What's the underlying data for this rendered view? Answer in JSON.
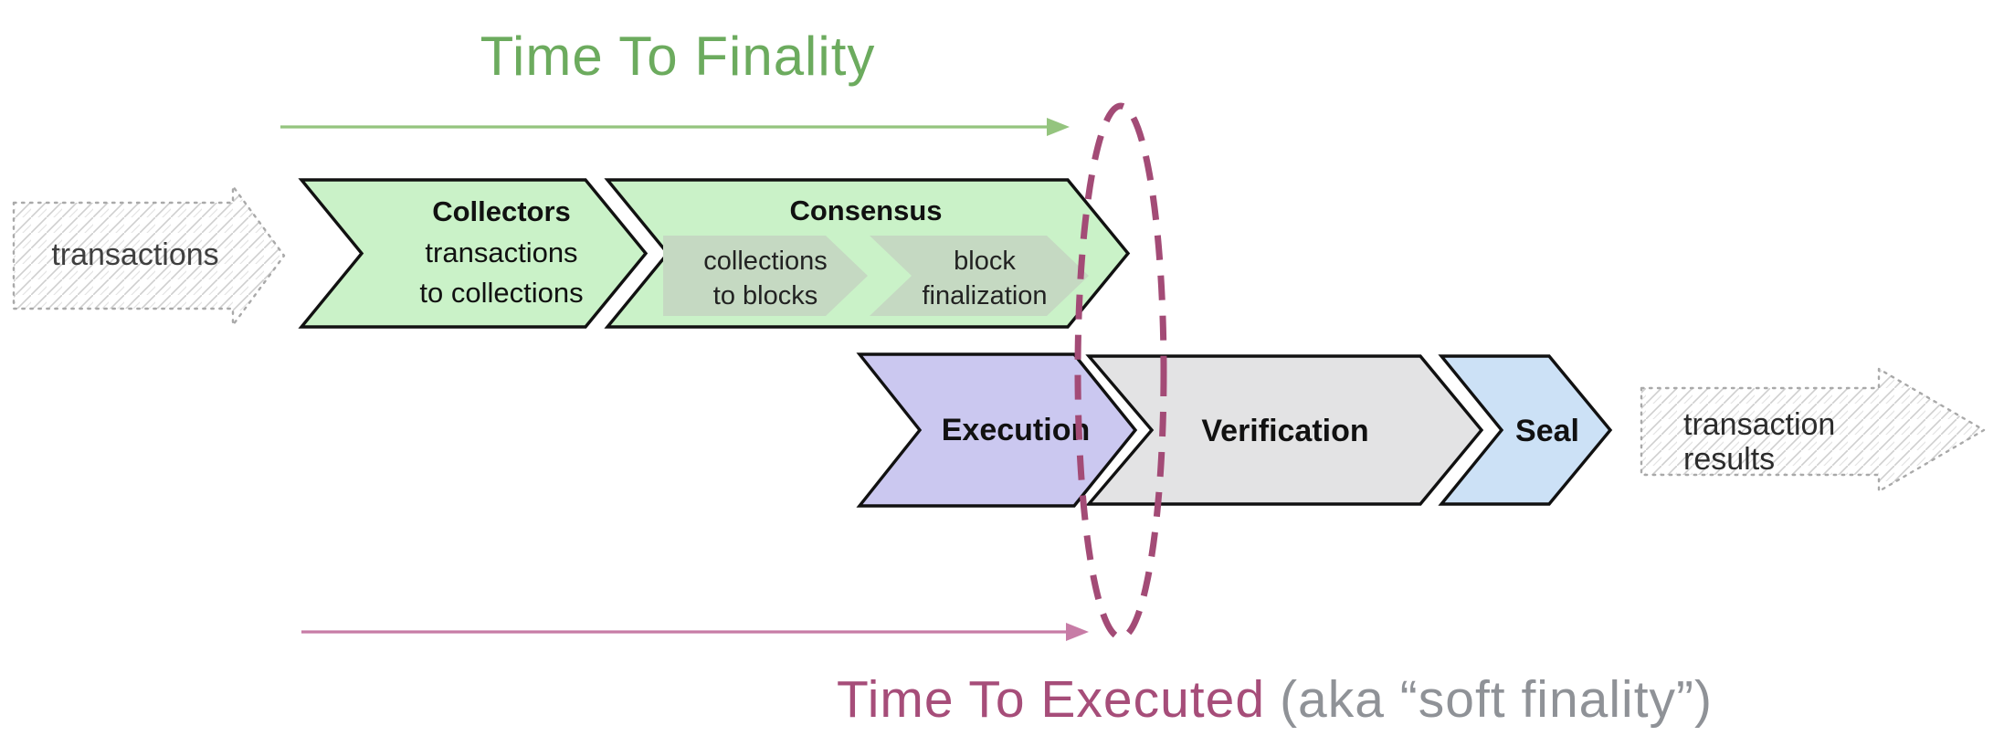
{
  "annotations": {
    "time_to_finality": {
      "label": "Time To Finality"
    },
    "time_to_executed": {
      "label": "Time To Executed",
      "suffix": "(aka “soft finality”)"
    }
  },
  "input": {
    "label": "transactions"
  },
  "output": {
    "line1": "transaction",
    "line2": "results"
  },
  "stages": {
    "collectors": {
      "title": "Collectors",
      "line1": "transactions",
      "line2": "to collections"
    },
    "consensus": {
      "title": "Consensus",
      "sub1": {
        "line1": "collections",
        "line2": "to blocks"
      },
      "sub2": {
        "line1": "block",
        "line2": "finalization"
      }
    },
    "execution": {
      "title": "Execution"
    },
    "verification": {
      "title": "Verification"
    },
    "seal": {
      "title": "Seal"
    }
  },
  "colors": {
    "title_green": "#6cab5e",
    "arrow_green": "#94c47e",
    "chevron_green": "#caf2c8",
    "subchevron_green": "#c5d9c2",
    "chevron_purple": "#cbc8f0",
    "chevron_gray": "#e3e3e4",
    "chevron_blue": "#cce1f6",
    "ellipse_magenta": "#a34b76",
    "arrow_pink": "#c77ca6",
    "executed_pink": "#a64d79",
    "suffix_gray": "#8f9297",
    "outline_black": "#111111",
    "sketch_gray": "#a9a9a9"
  }
}
